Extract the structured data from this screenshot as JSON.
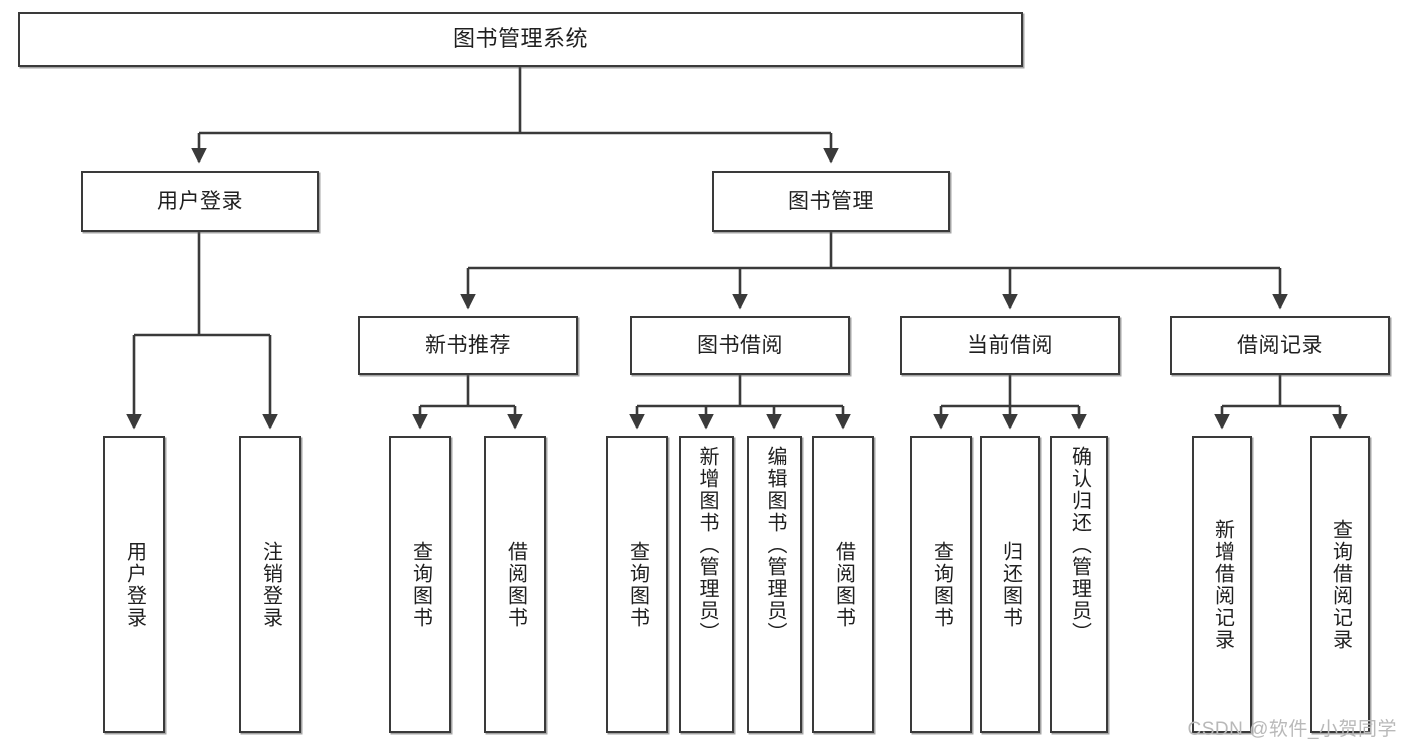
{
  "diagram": {
    "title": "图书管理系统",
    "type": "hierarchy-tree",
    "watermark": "CSDN @软件_小贺同学",
    "colors": {
      "background": "#ffffff",
      "stroke": "#3a3a3a",
      "text": "#1f1f1f",
      "watermark": "#b9b9b9"
    },
    "nodes": {
      "root": {
        "label": "图书管理系统"
      },
      "level2": [
        {
          "label": "用户登录"
        },
        {
          "label": "图书管理"
        }
      ],
      "level3": [
        {
          "label": "新书推荐"
        },
        {
          "label": "图书借阅"
        },
        {
          "label": "当前借阅"
        },
        {
          "label": "借阅记录"
        }
      ],
      "leaves": {
        "user_login": [
          {
            "label": "用户登录"
          },
          {
            "label": "注销登录"
          }
        ],
        "new_book_recommend": [
          {
            "label": "查询图书"
          },
          {
            "label": "借阅图书"
          }
        ],
        "book_borrow": [
          {
            "label": "查询图书"
          },
          {
            "label": "新增图书（管理员）"
          },
          {
            "label": "编辑图书（管理员）"
          },
          {
            "label": "借阅图书"
          }
        ],
        "current_borrow": [
          {
            "label": "查询图书"
          },
          {
            "label": "归还图书"
          },
          {
            "label": "确认归还（管理员）"
          }
        ],
        "borrow_record": [
          {
            "label": "新增借阅记录"
          },
          {
            "label": "查询借阅记录"
          }
        ]
      }
    }
  }
}
